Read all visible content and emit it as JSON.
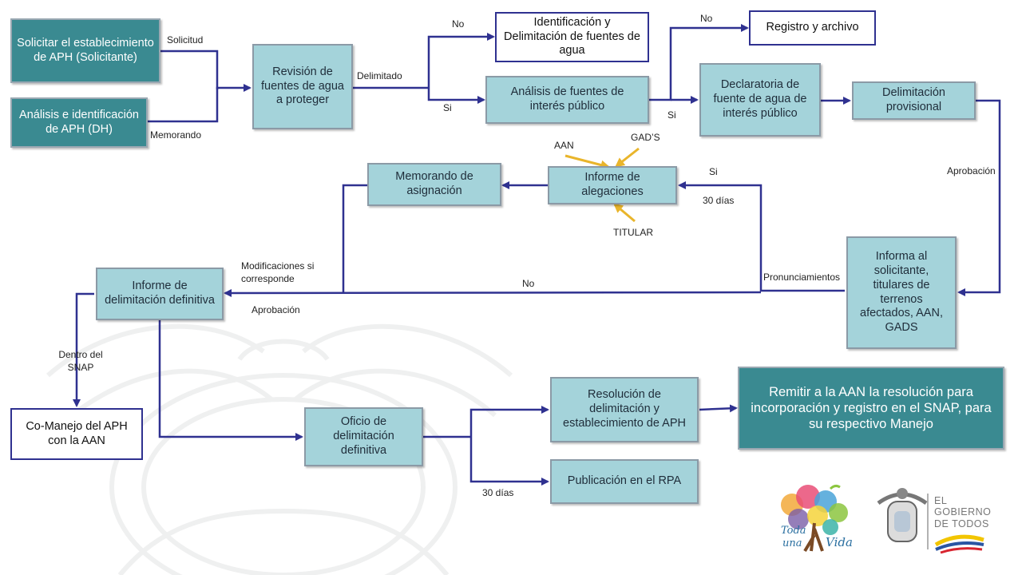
{
  "nodes": {
    "solicitar": "Solicitar el establecimiento de APH (Solicitante)",
    "analisis_aph": "Análisis e identificación de APH (DH)",
    "revision": "Revisión de fuentes de agua a proteger",
    "identificacion": "Identificación y Delimitación de fuentes de agua",
    "analisis_fuentes": "Análisis de fuentes de interés público",
    "registro": "Registro y archivo",
    "declaratoria": "Declaratoria de fuente de agua de interés público",
    "delim_provisional": "Delimitación provisional",
    "informa": "Informa al solicitante, titulares de terrenos afectados, AAN, GADS",
    "alegaciones": "Informe de alegaciones",
    "memorando": "Memorando de asignación",
    "informe_def": "Informe de delimitación definitiva",
    "comanejo": "Co-Manejo del APH con la AAN",
    "oficio": "Oficio de delimitación definitiva",
    "resolucion": "Resolución de delimitación y establecimiento de APH",
    "publicacion": "Publicación en el RPA",
    "remitir": "Remitir a la AAN la resolución para incorporación y registro en el SNAP, para su respectivo Manejo"
  },
  "labels": {
    "solicitud": "Solicitud",
    "memorando": "Memorando",
    "delimitado": "Delimitado",
    "no_top": "No",
    "si_mid": "Si",
    "no_registro": "No",
    "si_declaratoria": "Si",
    "aprobacion_right": "Aprobación",
    "si_alegaciones": "Si",
    "treinta_dias_top": "30 días",
    "aan": "AAN",
    "gads": "GAD’S",
    "titular": "TITULAR",
    "pronunciamientos": "Pronunciamientos",
    "no_mid": "No",
    "modificaciones": "Modificaciones si corresponde",
    "aprobacion_left": "Aprobación",
    "dentro_snap": "Dentro del SNAP",
    "treinta_dias_bottom": "30 días"
  },
  "branding": {
    "logo_left": "Toda una Vida",
    "logo_right": "EL GOBIERNO DE TODOS"
  },
  "colors": {
    "arrow": "#2f3190",
    "feedback_arrow": "#e9b52b",
    "light_box": "#a4d3da",
    "teal_box": "#3a8a91"
  }
}
